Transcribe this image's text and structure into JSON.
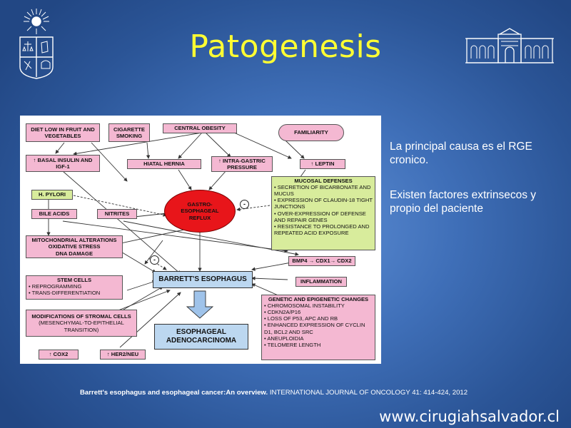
{
  "slide": {
    "title": "Patogenesis",
    "side_text": [
      "La principal causa es el RGE cronico.",
      "Existen factores extrinsecos y propio del paciente"
    ],
    "citation_title": "Barrett's esophagus and esophageal cancer:An overview.",
    "citation_source": "INTERNATIONAL JOURNAL OF ONCOLOGY 41: 414-424, 2012",
    "website": "www.cirugiahsalvador.cl",
    "background_color": "#3f6fb8",
    "title_color": "#ffff33"
  },
  "diagram": {
    "diet": "DIET LOW IN FRUIT AND VEGETABLES",
    "smoking": "CIGARETTE SMOKING",
    "obesity": "CENTRAL OBESITY",
    "familiarity": "FAMILIARITY",
    "insulin": "↑ BASAL INSULIN AND IGF-1",
    "hernia": "HIATAL HERNIA",
    "pressure": "↑ INTRA-GASTRIC PRESSURE",
    "leptin": "↑ LEPTIN",
    "pylori": "H. PYLORI",
    "reflux": "GASTRO-ESOPHAGEAL REFLUX",
    "bile": "BILE ACIDS",
    "nitrites": "NITRITES",
    "mucosal": {
      "title": "MUCOSAL DEFENSES",
      "items": [
        "SECRETION OF BICARBONATE AND MUCUS",
        "EXPRESSION OF CLAUDIN-18 TIGHT JUNCTIONS",
        "OVER-EXPRESSION OF DEFENSE AND REPAIR GENES",
        "RESISTANCE TO PROLONGED AND REPEATED ACID EXPOSURE"
      ]
    },
    "mito": [
      "MITOCHONDRIAL ALTERATIONS",
      "OXIDATIVE STRESS",
      "DNA DAMAGE"
    ],
    "bmp": "BMP4 → CDX1→ CDX2",
    "stem": {
      "title": "STEM CELLS",
      "items": [
        "REPROGRAMMING",
        "TRANS-DIFFERENTIATION"
      ]
    },
    "barrett": "BARRETT'S ESOPHAGUS",
    "inflammation": "INFLAMMATION",
    "genetic": {
      "title": "GENETIC AND EPIGENETIC CHANGES",
      "items": [
        "CHROMOSOMAL INSTABILITY",
        "CDKN2A/P16",
        "LOSS OF P53, APC AND RB",
        "ENHANCED EXPRESSION OF CYCLIN D1, BCL2 AND SRC",
        "ANEUPLOIDIA",
        "TELOMERE LENGTH"
      ]
    },
    "stromal": [
      "MODIFICATIONS OF STROMAL CELLS",
      "(MESENCHYMAL-TO-EPITHELIAL TRANSITION)"
    ],
    "adeno": "ESOPHAGEAL ADENOCARCINOMA",
    "cox2": "↑ COX2",
    "her2": "↑ HER2/NEU",
    "minus_sign": "-"
  }
}
